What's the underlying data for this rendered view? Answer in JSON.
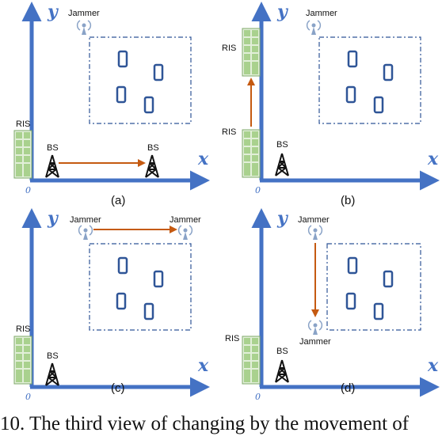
{
  "panels": [
    {
      "id": "a",
      "caption": "(a)",
      "axis_x": "x",
      "axis_y": "y",
      "origin": "0",
      "labels": {
        "jammer": "Jammer",
        "jammer_end": "",
        "ris": "RIS",
        "ris_end": "",
        "bs": "BS",
        "bs_end": "BS"
      },
      "movement": "BS moves along x-axis"
    },
    {
      "id": "b",
      "caption": "(b)",
      "axis_x": "x",
      "axis_y": "y",
      "origin": "0",
      "labels": {
        "jammer": "Jammer",
        "jammer_end": "",
        "ris": "RIS",
        "ris_end": "RIS",
        "bs": "BS",
        "bs_end": ""
      },
      "movement": "RIS moves along y-axis"
    },
    {
      "id": "c",
      "caption": "(c)",
      "axis_x": "x",
      "axis_y": "y",
      "origin": "0",
      "labels": {
        "jammer": "Jammer",
        "jammer_end": "Jammer",
        "ris": "RIS",
        "ris_end": "",
        "bs": "BS",
        "bs_end": ""
      },
      "movement": "Jammer moves horizontally"
    },
    {
      "id": "d",
      "caption": "(d)",
      "axis_x": "x",
      "axis_y": "y",
      "origin": "0",
      "labels": {
        "jammer": "Jammer",
        "jammer_end": "Jammer",
        "ris": "RIS",
        "ris_end": "",
        "bs": "BS",
        "bs_end": ""
      },
      "movement": "Jammer moves vertically"
    }
  ],
  "caption_text": "10. The third view of changing by the movement of",
  "colors": {
    "axis": "#4472c4",
    "arrow": "#c55a11",
    "ris_fill": "#a9d18e",
    "ris_border": "#7fa86a",
    "phone": "#2f5597",
    "box": "#2f5597",
    "tower": "#111111",
    "jammer": "#8aa3c7"
  }
}
